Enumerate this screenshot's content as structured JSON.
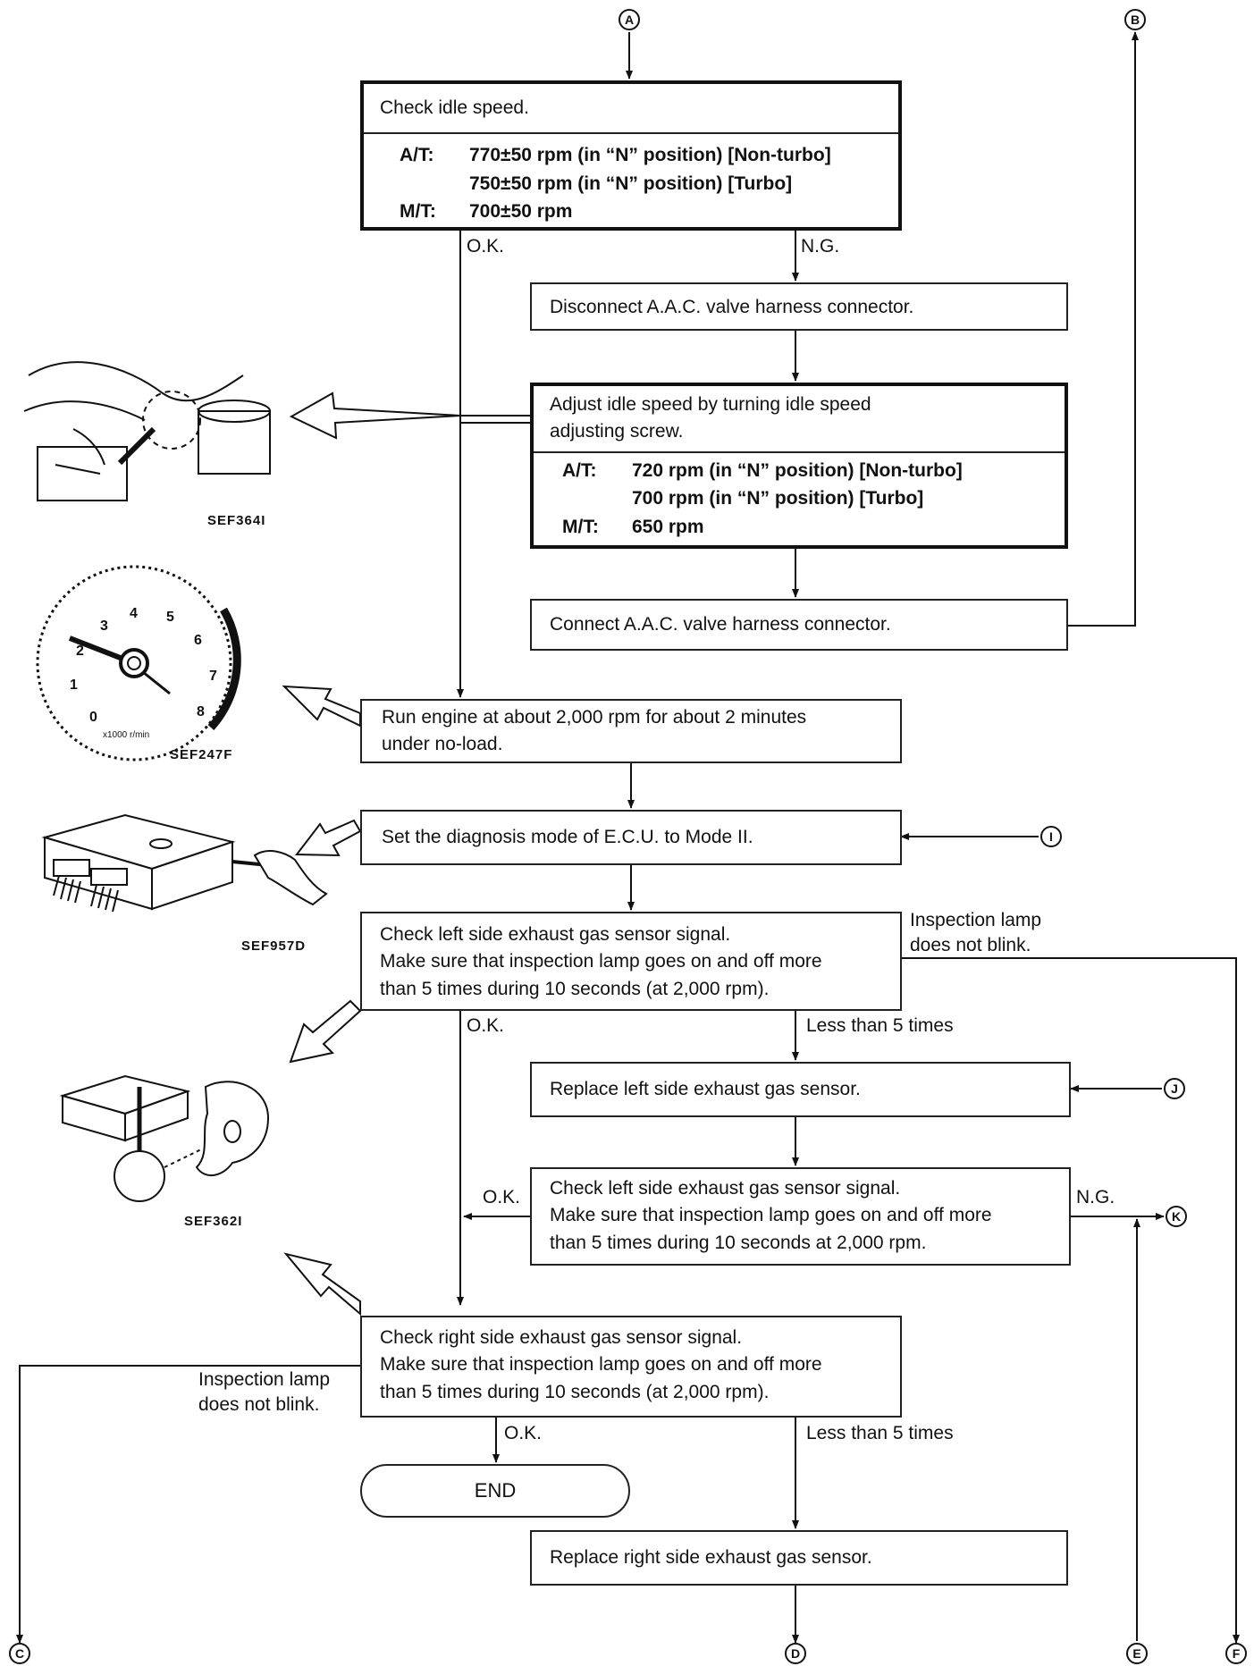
{
  "connectors": {
    "a": "A",
    "b": "B",
    "c": "C",
    "d": "D",
    "e": "E",
    "f": "F",
    "i": "I",
    "j": "J",
    "k": "K"
  },
  "box_idle_check": {
    "title": "Check idle speed.",
    "lines": [
      {
        "label": "A/T:",
        "text": "770±50 rpm (in “N” position) [Non-turbo]"
      },
      {
        "label": "",
        "text": "750±50 rpm (in “N” position) [Turbo]"
      },
      {
        "label": "M/T:",
        "text": "700±50 rpm"
      }
    ]
  },
  "box_disconnect": "Disconnect A.A.C. valve  harness connector.",
  "box_adjust": {
    "title_1": "Adjust idle speed by turning  idle speed",
    "title_2": "adjusting screw.",
    "lines": [
      {
        "label": "A/T:",
        "text": "720 rpm (in “N” position) [Non-turbo]"
      },
      {
        "label": "",
        "text": "700 rpm (in “N” position) [Turbo]"
      },
      {
        "label": "M/T:",
        "text": "650 rpm"
      }
    ]
  },
  "box_connect": "Connect A.A.C. valve  harness connector.",
  "box_run": {
    "line_1": "Run engine at about 2,000 rpm for about 2 minutes",
    "line_2": "under no-load."
  },
  "box_mode": "Set the diagnosis mode of E.C.U. to Mode II.",
  "box_left_check": {
    "line_1": "Check left side exhaust gas sensor signal.",
    "line_2": "Make sure that inspection lamp goes on and off more",
    "line_3": "than 5 times during 10 seconds (at 2,000 rpm)."
  },
  "box_replace_left": "Replace left side exhaust gas sensor.",
  "box_left_recheck": {
    "line_1": "Check left side exhaust gas sensor signal.",
    "line_2": "Make sure that inspection lamp goes on and off more",
    "line_3": "than 5 times during 10 seconds at 2,000 rpm."
  },
  "box_right_check": {
    "line_1": "Check right side exhaust gas sensor signal.",
    "line_2": "Make sure that inspection lamp goes on and off more",
    "line_3": "than 5 times during 10 seconds (at 2,000 rpm)."
  },
  "box_end": "END",
  "box_replace_right": "Replace right side exhaust gas sensor.",
  "labels": {
    "ok_1": "O.K.",
    "ng_1": "N.G.",
    "ok_2": "O.K.",
    "less_1": "Less than 5 times",
    "ok_3": "O.K.",
    "ng_2": "N.G.",
    "ok_4": "O.K.",
    "less_2": "Less than 5 times",
    "lamp_1a": "Inspection lamp",
    "lamp_1b": "does not blink.",
    "lamp_2a": "Inspection lamp",
    "lamp_2b": "does not blink."
  },
  "figure_codes": {
    "engine": "SEF364I",
    "tach": "SEF247F",
    "ecu": "SEF957D",
    "lamp": "SEF362I"
  },
  "tach": {
    "numbers": [
      "0",
      "1",
      "2",
      "3",
      "4",
      "5",
      "6",
      "7",
      "8"
    ],
    "unit": "x1000 r/min"
  }
}
